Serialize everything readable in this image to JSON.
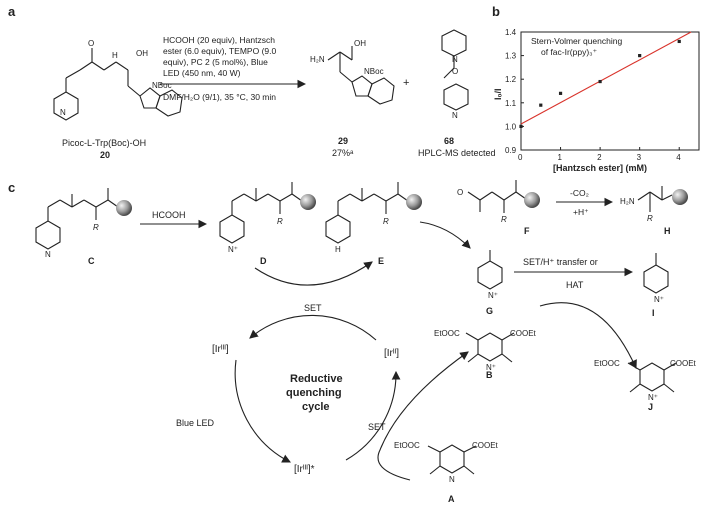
{
  "panel_labels": {
    "a": "a",
    "b": "b",
    "c": "c"
  },
  "panel_a": {
    "conditions": [
      "HCOOH (20 equiv), Hantzsch",
      "ester (6.0 equiv), TEMPO (9.0",
      "equiv), PC 2 (5 mol%), Blue",
      "LED (450 nm, 40 W)",
      "DMF/H₂O (9/1), 35 °C, 30 min"
    ],
    "sm_name": "Picoc-L-Trp(Boc)-OH",
    "sm_number": "20",
    "product_number": "29",
    "product_yield": "27%ᵃ",
    "plus": "+",
    "byproduct_number": "68",
    "byproduct_note": "HPLC-MS detected",
    "atoms": {
      "nboc": "NBoc",
      "oh": "OH",
      "h2n": "H₂N",
      "o": "O",
      "n": "N",
      "h": "H"
    }
  },
  "panel_b": {
    "title_line1": "Stern-Volmer quenching",
    "title_line2": "of fac-Ir(ppy)₃⁺",
    "ylabel": "I₀/I",
    "xlabel": "[Hantzsch ester] (mM)",
    "fit_color": "#d9332b"
  },
  "chart_data": {
    "type": "scatter",
    "x": [
      0,
      0.5,
      1,
      2,
      3,
      4
    ],
    "y": [
      1.0,
      1.09,
      1.14,
      1.19,
      1.3,
      1.36
    ],
    "fit_line": {
      "x": [
        0,
        4.3
      ],
      "y": [
        1.01,
        1.4
      ]
    },
    "xlim": [
      0,
      4.5
    ],
    "ylim": [
      0.9,
      1.4
    ],
    "xticks": [
      "0",
      "1",
      "2",
      "3",
      "4"
    ],
    "yticks": [
      "0.9",
      "1.0",
      "1.1",
      "1.2",
      "1.3",
      "1.4"
    ],
    "title": "Stern-Volmer quenching of fac-Ir(ppy)₃⁺",
    "xlabel": "[Hantzsch ester] (mM)",
    "ylabel": "I₀/I"
  },
  "panel_c": {
    "reagent_hcooh": "HCOOH",
    "co2_loss": "-CO₂",
    "proton_add": "+H⁺",
    "set_top": "SET",
    "set_right": "SET",
    "set_h_transfer": "SET/H⁺ transfer or",
    "hat": "HAT",
    "blue_led": "Blue LED",
    "cycle_title": [
      "Reductive",
      "quenching",
      "cycle"
    ],
    "ir_iii": "[Irᴵᴵᴵ]",
    "ir_ii": "[Irᴵᴵ]",
    "ir_iii_star": "[Irᴵᴵᴵ]*",
    "compound_labels": [
      "C",
      "D",
      "E",
      "F",
      "G",
      "H",
      "I",
      "A",
      "B",
      "J"
    ],
    "etooc": "EtOOC",
    "cooet": "COOEt",
    "r": "R",
    "nh_plus": "N⁺",
    "nh": "H"
  }
}
